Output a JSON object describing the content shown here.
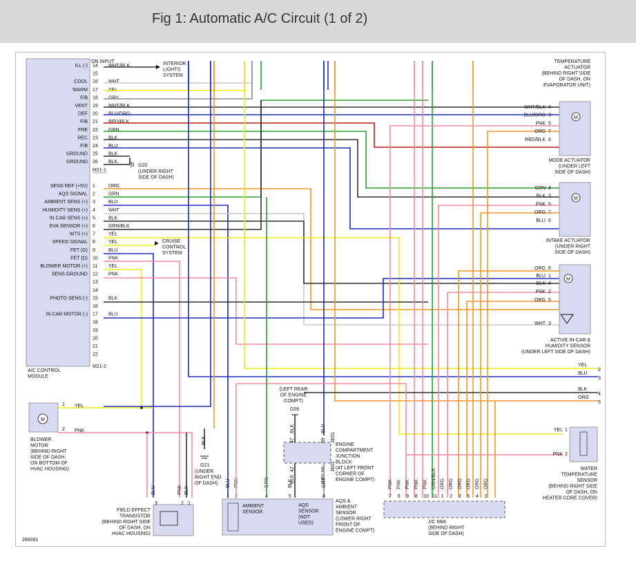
{
  "title": "Fig 1: Automatic A/C Circuit (1 of 2)",
  "figure_number": "266091",
  "colors": {
    "yellow": "#f2ea1a",
    "blue": "#1e2bb8",
    "black": "#2e2e2e",
    "orange": "#f0962a",
    "green": "#2aa02a",
    "red": "#b81c1c",
    "pink": "#f28aa0",
    "white": "#c8c8c8",
    "gray": "#8c8c8c",
    "component_fill": "#d8daf2"
  },
  "module": {
    "name": "A/C CONTROL\nMODULE",
    "top_label": "ON INPUT",
    "conn1": "M21-1",
    "conn2": "M21-2",
    "ground_label": "G20",
    "ground_note": "(UNDER RIGHT\nSIDE OF DASH)",
    "interior_lights": "INTERIOR\nLIGHTS\nSYSTEM",
    "cruise": "CRUISE\nCONTROL\nSYSTEM",
    "pins1": [
      {
        "label": "ILL (-)",
        "pin": "14",
        "wire": "WHT/BLK"
      },
      {
        "label": "",
        "pin": "15",
        "wire": ""
      },
      {
        "label": "COOL",
        "pin": "16",
        "wire": "WHT"
      },
      {
        "label": "WARM",
        "pin": "17",
        "wire": "YEL"
      },
      {
        "label": "F/B",
        "pin": "18",
        "wire": "GRY"
      },
      {
        "label": "VENT",
        "pin": "19",
        "wire": "WHT/BLK"
      },
      {
        "label": "DEF",
        "pin": "20",
        "wire": "BLU/ORG"
      },
      {
        "label": "F/B",
        "pin": "21",
        "wire": "RED/BLK"
      },
      {
        "label": "FRE",
        "pin": "22",
        "wire": "GRN"
      },
      {
        "label": "REC",
        "pin": "23",
        "wire": "BLK"
      },
      {
        "label": "F/B",
        "pin": "24",
        "wire": "BLU"
      },
      {
        "label": "GROUND",
        "pin": "25",
        "wire": "BLK"
      },
      {
        "label": "GROUND",
        "pin": "26",
        "wire": "BLK"
      }
    ],
    "pins2": [
      {
        "label": "SENS REF (+5V)",
        "pin": "1",
        "wire": "ORG"
      },
      {
        "label": "AQS SIGNAL",
        "pin": "2",
        "wire": "GRN"
      },
      {
        "label": "AMBIENT SENS (+)",
        "pin": "3",
        "wire": "BLU"
      },
      {
        "label": "HUMIDITY SENS (+)",
        "pin": "4",
        "wire": "WHT"
      },
      {
        "label": "IN CAR SENS (+)",
        "pin": "5",
        "wire": "BLK"
      },
      {
        "label": "EVA SENSOR (+)",
        "pin": "6",
        "wire": "GRN/BLK"
      },
      {
        "label": "WTS (+)",
        "pin": "7",
        "wire": "YEL"
      },
      {
        "label": "SPEED SIGNAL",
        "pin": "8",
        "wire": "YEL"
      },
      {
        "label": "FET (G)",
        "pin": "9",
        "wire": "BLU"
      },
      {
        "label": "FET (D)",
        "pin": "10",
        "wire": "PNK"
      },
      {
        "label": "BLOWER MOTOR (+)",
        "pin": "11",
        "wire": "YEL"
      },
      {
        "label": "SENS GROUND",
        "pin": "12",
        "wire": "PNK"
      },
      {
        "label": "",
        "pin": "13",
        "wire": ""
      },
      {
        "label": "",
        "pin": "14",
        "wire": ""
      },
      {
        "label": "PHOTO SENS (-)",
        "pin": "15",
        "wire": "BLK"
      },
      {
        "label": "",
        "pin": "16",
        "wire": ""
      },
      {
        "label": "IN CAR MOTOR (-)",
        "pin": "17",
        "wire": "BLU"
      },
      {
        "label": "",
        "pin": "18",
        "wire": ""
      },
      {
        "label": "",
        "pin": "19",
        "wire": ""
      },
      {
        "label": "",
        "pin": "20",
        "wire": ""
      },
      {
        "label": "",
        "pin": "21",
        "wire": ""
      },
      {
        "label": "",
        "pin": "22",
        "wire": ""
      }
    ]
  },
  "temp_actuator": {
    "name": "TEMPERATURE\nACTUATOR\n(BEHIND RIGHT SIDE\nOF DASH, ON\nEVAPORATOR UNIT)"
  },
  "mode_actuator": {
    "name": "MODE ACTUATOR\n(UNDER LEFT\nSIDE OF DASH)",
    "pins": [
      {
        "wire": "WHT/BLK",
        "pin": "4"
      },
      {
        "wire": "BLU/ORG",
        "pin": "3"
      },
      {
        "wire": "PNK",
        "pin": "5"
      },
      {
        "wire": "ORG",
        "pin": "7"
      },
      {
        "wire": "RED/BLK",
        "pin": "6"
      }
    ]
  },
  "intake_actuator": {
    "name": "INTAKE ACTUATOR\n(UNDER RIGHT\nSIDE OF DASH)",
    "pins": [
      {
        "wire": "GRN",
        "pin": "4"
      },
      {
        "wire": "BLK",
        "pin": "3"
      },
      {
        "wire": "PNK",
        "pin": "5"
      },
      {
        "wire": "ORG",
        "pin": "7"
      },
      {
        "wire": "BLU",
        "pin": "6"
      }
    ]
  },
  "humidity_sensor": {
    "name": "ACTIVE IN-CAR &\nHUMIDITY SENSOR\n(UNDER LEFT SIDE OF DASH)",
    "pins": [
      {
        "wire": "ORG",
        "pin": "6"
      },
      {
        "wire": "BLU",
        "pin": "1"
      },
      {
        "wire": "BLK",
        "pin": "4"
      },
      {
        "wire": "PNK",
        "pin": "2"
      },
      {
        "wire": "ORG",
        "pin": "5"
      },
      {
        "wire": "WHT",
        "pin": "3"
      }
    ]
  },
  "right_edge": [
    {
      "wire": "YEL",
      "num": "2"
    },
    {
      "wire": "BLU",
      "num": "3"
    },
    {
      "wire": "BLK",
      "num": "4"
    },
    {
      "wire": "ORG",
      "num": "5"
    }
  ],
  "blower_motor": {
    "name": "BLOWER\nMOTOR\n(BEHIND RIGHT\nSIDE OF DASH,\nON BOTTOM OF\nHVAC HOUSING)",
    "pin1": "1",
    "pin2": "2",
    "wire1": "YEL",
    "wire2": "PNK"
  },
  "fet": {
    "name": "FIELD EFFECT\nTRANSISTOR\n(BEHIND RIGHT SIDE\nOF DASH, ON\nHVAC HOUSING)",
    "wires": [
      "BLU",
      "PNK",
      "BLK"
    ],
    "pins": [
      "3",
      "2",
      "1"
    ]
  },
  "g21": {
    "label": "G21",
    "note": "(UNDER\nRIGHT END\nOF DASH)",
    "wire": "BLK"
  },
  "g06": {
    "label": "G06",
    "note": "(LEFT REAR\nOF ENGINE\nCOMPT)"
  },
  "junction": {
    "name": "ENGINE\nCOMPARTMENT\nJUNCTION\nBLOCK\n(AT LEFT FRONT\nCORNER OF\nENGINE COMPT)",
    "top_wires": [
      {
        "wire": "BLK",
        "pin": "47"
      },
      {
        "wire": "BLU",
        "pin": "59"
      }
    ],
    "top_conn": "JE01",
    "bottom_wires": [
      {
        "wire": "BLK",
        "pin": "42"
      },
      {
        "wire": "GRY",
        "pin": "69"
      }
    ],
    "bottom_conn": "JE01"
  },
  "aqs": {
    "name": "AQS &\nAMBIENT\nSENSOR\n(LOWER RIGHT\nFRONT OF\nENGINE COMPT)",
    "ambient": "AMBIENT\nSENSOR",
    "aqs_sensor": "AQS\nSENSOR\n(NOT\nUSED)",
    "pins": [
      {
        "wire": "BLU",
        "pin": "1"
      },
      {
        "wire": "PNK",
        "pin": "2"
      },
      {
        "wire": "GRN",
        "pin": "4"
      },
      {
        "wire": "BLK",
        "pin": "5"
      },
      {
        "wire": "GRY",
        "pin": "8"
      }
    ]
  },
  "jc": {
    "name": "J/C M84\n(BEHIND RIGHT\nSIDE OF DASH)",
    "pins": [
      {
        "wire": "PNK",
        "pin": "7"
      },
      {
        "wire": "PNK",
        "pin": "6"
      },
      {
        "wire": "PNK",
        "pin": "9"
      },
      {
        "wire": "PNK",
        "pin": "8"
      },
      {
        "wire": "PNK",
        "pin": "10"
      },
      {
        "wire": "GRN/BLK",
        "pin": "11"
      },
      {
        "wire": "ORG",
        "pin": "1"
      },
      {
        "wire": "ORG",
        "pin": "2"
      },
      {
        "wire": "ORG",
        "pin": "3"
      },
      {
        "wire": "ORG",
        "pin": "5"
      },
      {
        "wire": "ORG",
        "pin": "4"
      },
      {
        "wire": "ORG",
        "pin": "2"
      }
    ]
  },
  "wts": {
    "name": "WATER\nTEMPERATURE\nSENSOR\n(BEHIND RIGHT SIDE\nOF DASH, ON\nHEATER CORE COVER)",
    "pins": [
      {
        "wire": "YEL",
        "pin": "1"
      },
      {
        "wire": "PNK",
        "pin": "2"
      }
    ]
  }
}
